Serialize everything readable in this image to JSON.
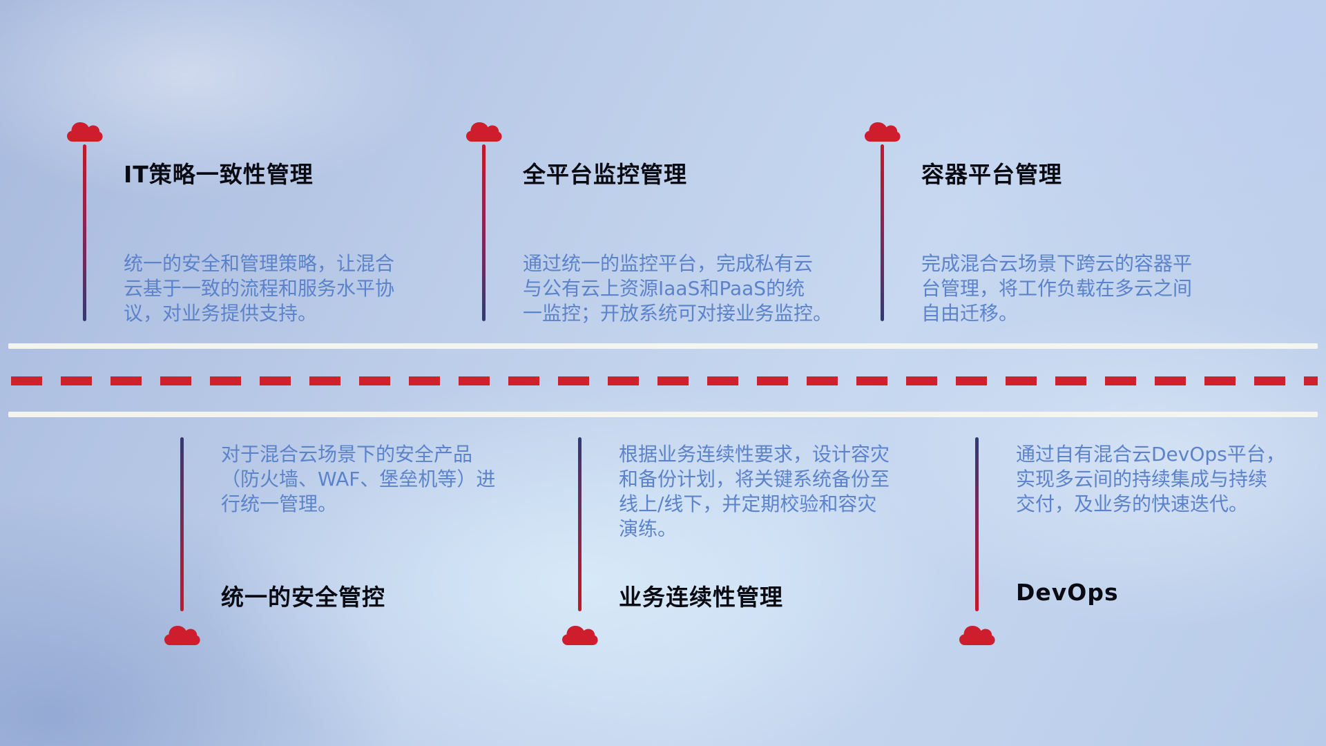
{
  "colors": {
    "cloud_red": "#ce1e2d",
    "dash_red": "#d01f2f",
    "connector_navy": "#313a72",
    "title_text": "#0a0a12",
    "description_text": "#5c82ca",
    "road_white": "#f8f5ee",
    "background_blue": "#b8cbe8"
  },
  "items_top": [
    {
      "title": "IT策略一致性管理",
      "description": "统一的安全和管理策略，让混合\n云基于一致的流程和服务水平协\n议，对业务提供支持。"
    },
    {
      "title": "全平台监控管理",
      "description": "通过统一的监控平台，完成私有云\n与公有云上资源IaaS和PaaS的统\n一监控；开放系统可对接业务监控。"
    },
    {
      "title": "容器平台管理",
      "description": "完成混合云场景下跨云的容器平\n台管理，将工作负载在多云之间\n自由迁移。"
    }
  ],
  "items_bottom": [
    {
      "title": "统一的安全管控",
      "description": "对于混合云场景下的安全产品\n（防火墙、WAF、堡垒机等）进\n行统一管理。"
    },
    {
      "title": "业务连续性管理",
      "description": "根据业务连续性要求，设计容灾\n和备份计划，将关键系统备份至\n线上/线下，并定期校验和容灾\n演练。"
    },
    {
      "title": "DevOps",
      "description": "通过自有混合云DevOps平台，\n实现多云间的持续集成与持续\n交付，及业务的快速迭代。"
    }
  ]
}
